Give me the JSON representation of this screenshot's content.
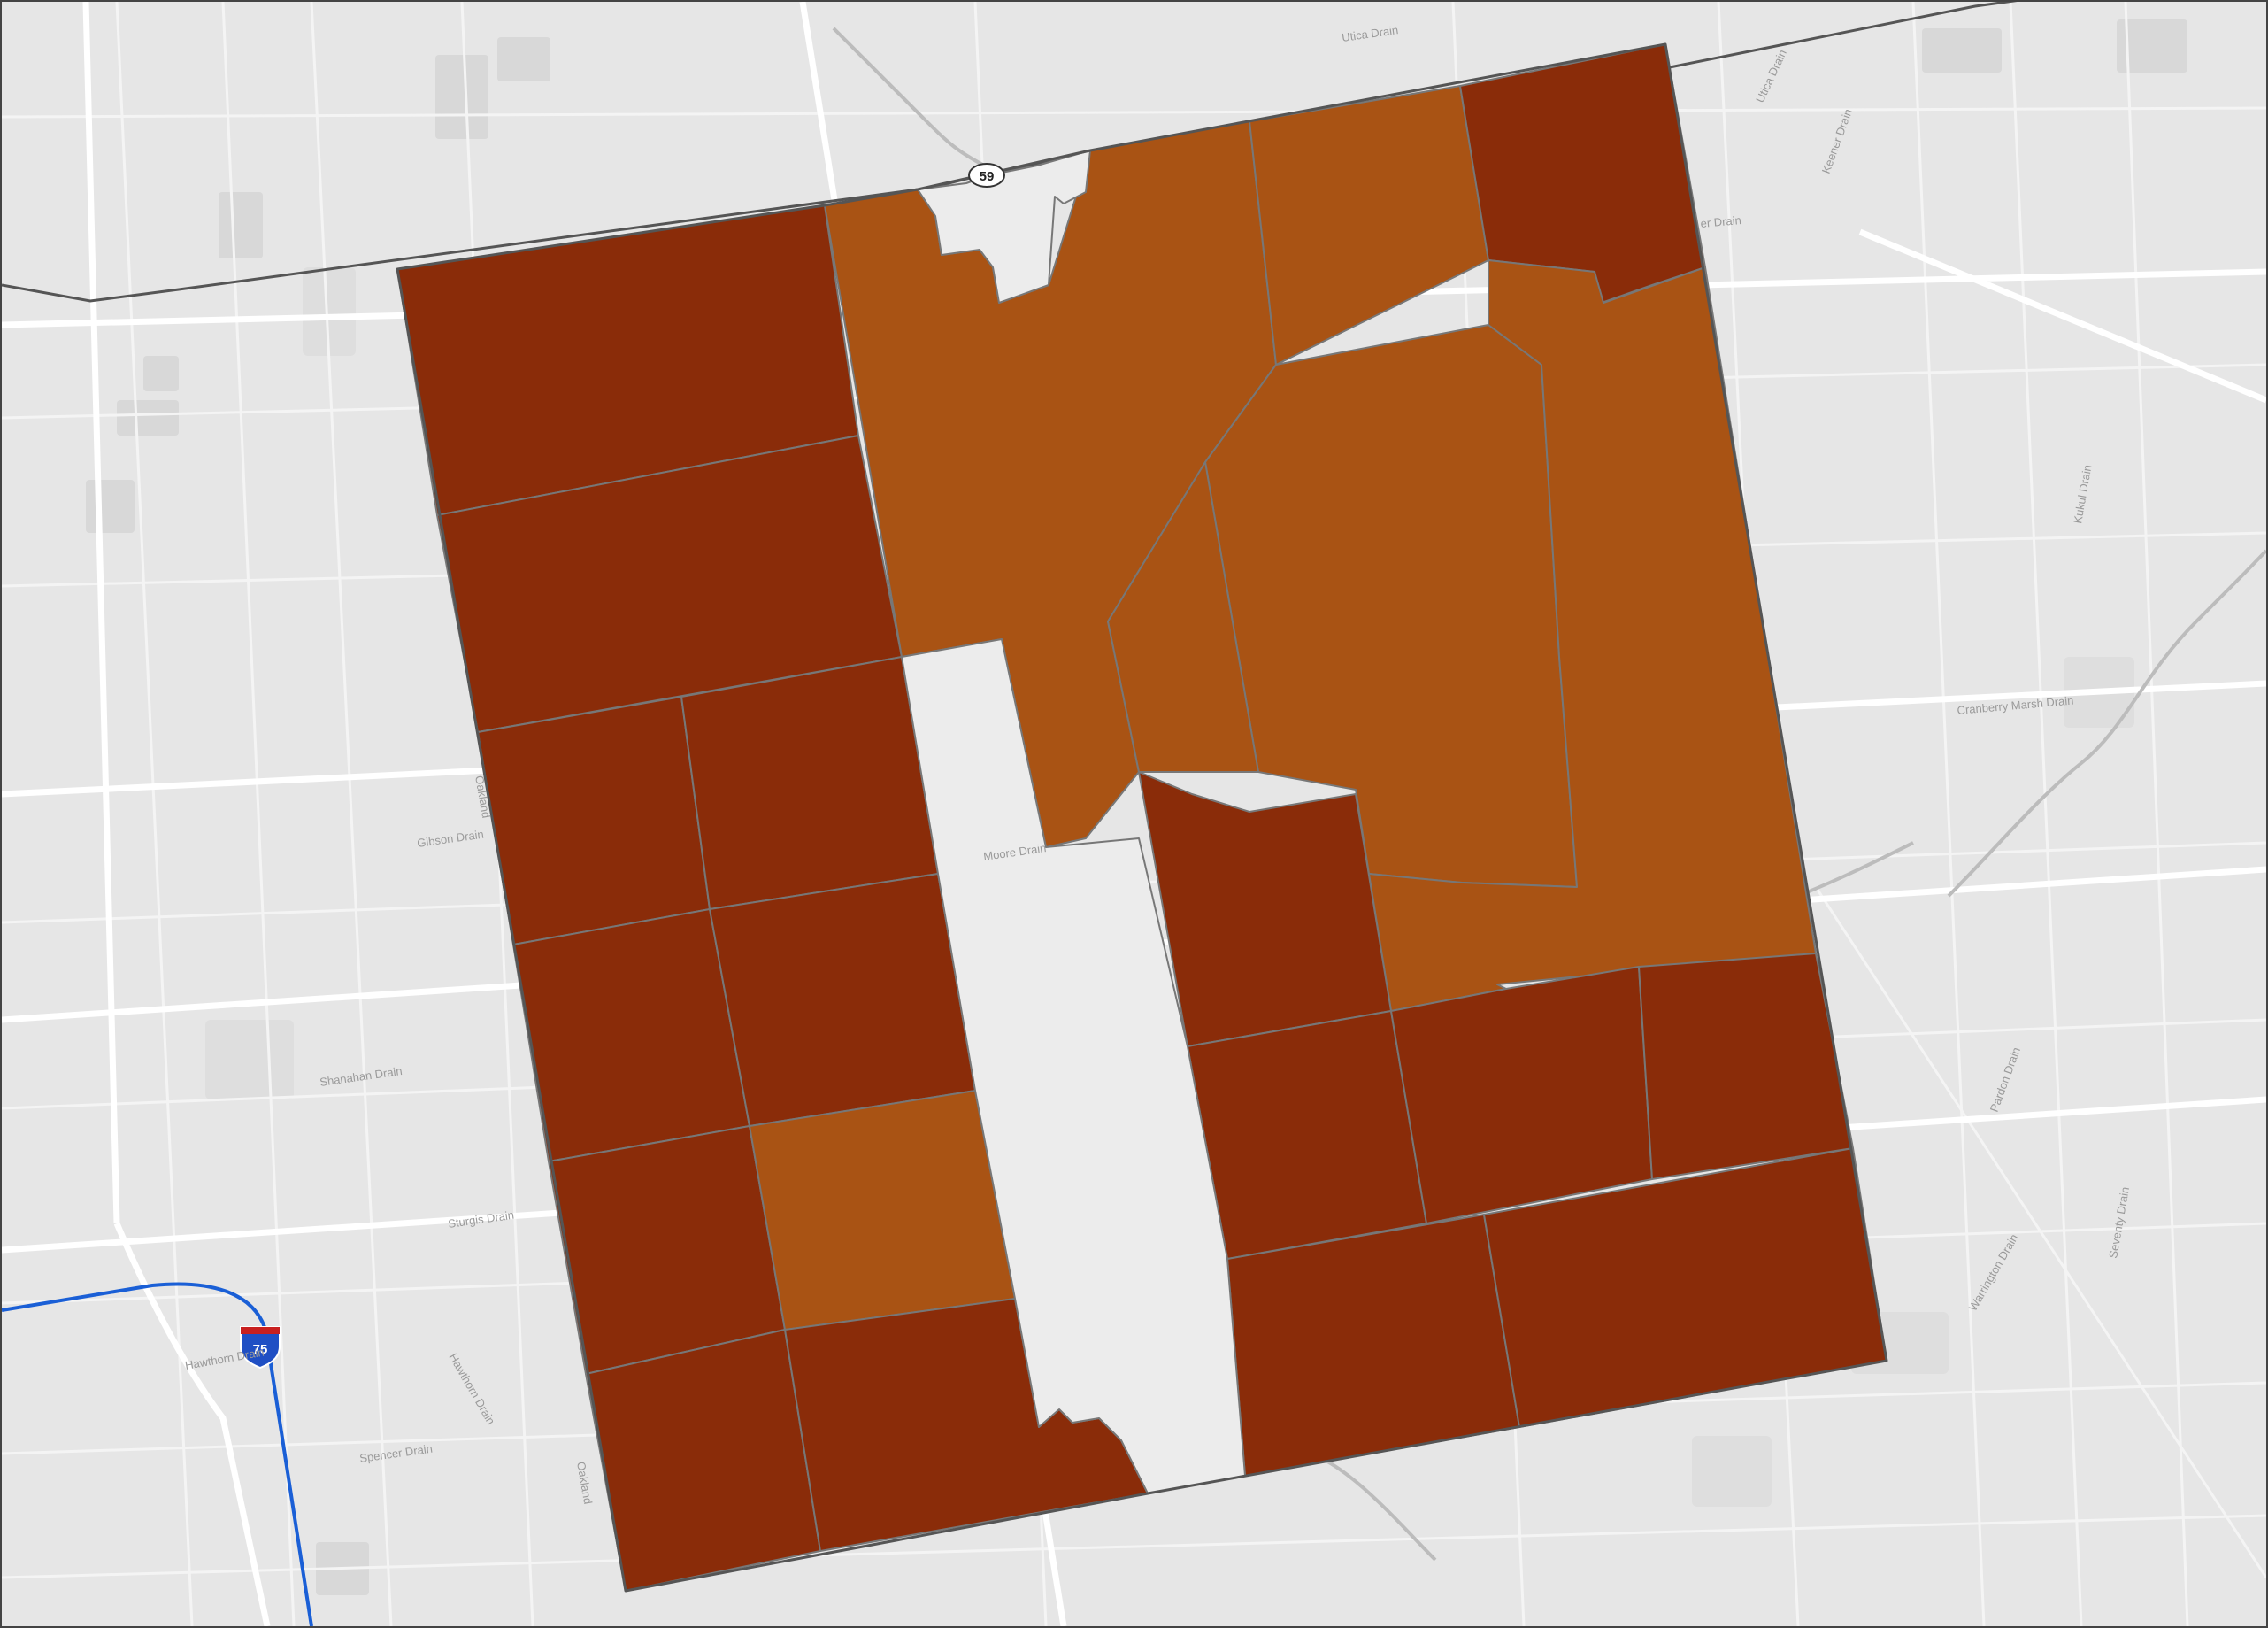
{
  "map": {
    "colors": {
      "background": "#e6e6e6",
      "road_minor": "#fafafa",
      "road_major": "#ffffff",
      "block": "#d9d9d9",
      "water": "#b8b8b8",
      "park": "#dcdcdc",
      "class_high": "#8a2c09",
      "class_mid": "#a95314",
      "no_data": "#ececec",
      "boundary_stroke": "#777777",
      "highway_line": "#555555",
      "interstate_line": "#1a5fd6"
    },
    "highway_shields": [
      {
        "name": "route-59-shield",
        "label": "59",
        "type": "state"
      },
      {
        "name": "interstate-75-shield",
        "label": "75",
        "type": "interstate"
      }
    ],
    "water_labels": [
      {
        "name": "utica-drain-label",
        "text": "Utica Drain"
      },
      {
        "name": "utica-drain-label-2",
        "text": "Utica Drain"
      },
      {
        "name": "keener-drain-label",
        "text": "Keener Drain"
      },
      {
        "name": "drain-label-partial",
        "text": "er Drain"
      },
      {
        "name": "kukul-drain-label",
        "text": "Kukul Drain"
      },
      {
        "name": "cranberry-marsh-drain-label",
        "text": "Cranberry Marsh Drain"
      },
      {
        "name": "gibson-drain-label",
        "text": "Gibson Drain"
      },
      {
        "name": "moore-drain-label",
        "text": "Moore Drain"
      },
      {
        "name": "shanahan-drain-label",
        "text": "Shanahan Drain"
      },
      {
        "name": "sturgis-drain-label",
        "text": "Sturgis Drain"
      },
      {
        "name": "hawthorn-drain-label",
        "text": "Hawthorn Drain"
      },
      {
        "name": "hawthorn-drain-label-2",
        "text": "Hawthorn Drain"
      },
      {
        "name": "spencer-drain-label",
        "text": "Spencer Drain"
      },
      {
        "name": "pardon-drain-label",
        "text": "Pardon Drain"
      },
      {
        "name": "warrington-drain-label",
        "text": "Warrington Drain"
      },
      {
        "name": "seventy-drain-label",
        "text": "Seventy Drain"
      },
      {
        "name": "oakland-label",
        "text": "Oakland"
      },
      {
        "name": "oakland-label-2",
        "text": "Oakland"
      }
    ],
    "choropleth": {
      "regions": [
        {
          "name": "nw-upper",
          "class": "high"
        },
        {
          "name": "nw-lower",
          "class": "high"
        },
        {
          "name": "north-central-a",
          "class": "mid"
        },
        {
          "name": "north-central-b",
          "class": "mid"
        },
        {
          "name": "north-ne-a",
          "class": "mid"
        },
        {
          "name": "ne-corner",
          "class": "high"
        },
        {
          "name": "east-large",
          "class": "mid"
        },
        {
          "name": "east-strip",
          "class": "mid"
        },
        {
          "name": "w-row3-a",
          "class": "high"
        },
        {
          "name": "w-row3-b",
          "class": "high"
        },
        {
          "name": "w-row4-a",
          "class": "high"
        },
        {
          "name": "w-row4-b",
          "class": "high"
        },
        {
          "name": "w-row5-a",
          "class": "high"
        },
        {
          "name": "w-row5-b",
          "class": "mid"
        },
        {
          "name": "w-row6-a",
          "class": "high"
        },
        {
          "name": "w-row6-b",
          "class": "high"
        },
        {
          "name": "center-east-a",
          "class": "high"
        },
        {
          "name": "se-row1-a",
          "class": "high"
        },
        {
          "name": "se-row1-b",
          "class": "high"
        },
        {
          "name": "se-row1-c",
          "class": "high"
        },
        {
          "name": "se-row2-a",
          "class": "high"
        },
        {
          "name": "se-row2-b",
          "class": "high"
        },
        {
          "name": "nodata-strip",
          "class": "no_data"
        },
        {
          "name": "nodata-north-notch",
          "class": "no_data"
        }
      ]
    }
  }
}
